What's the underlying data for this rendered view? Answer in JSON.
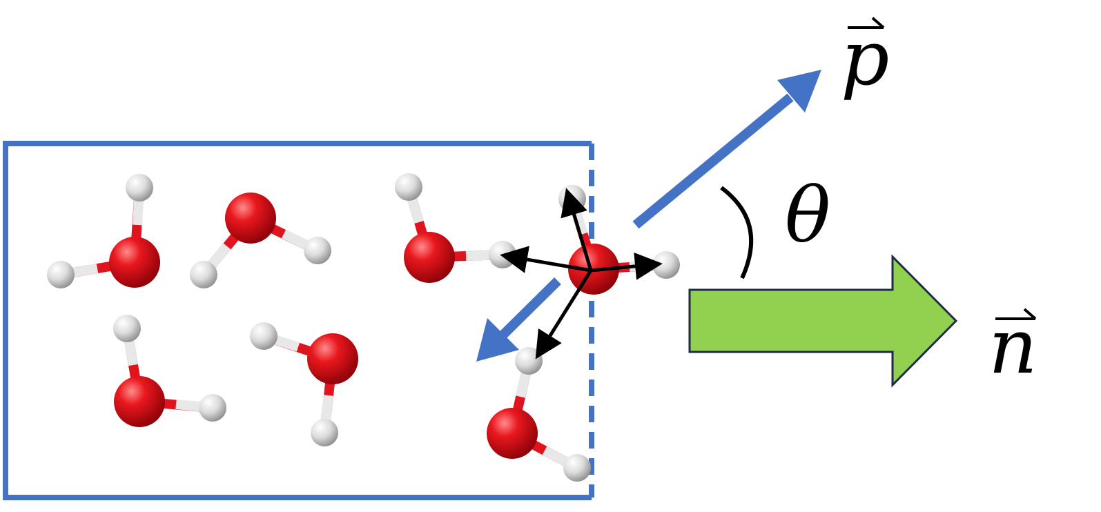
{
  "labels": {
    "momentum": "p",
    "normal": "n",
    "angle": "θ"
  },
  "colors": {
    "oxygen": "#e0141e",
    "hydrogen": "#e8e8e8",
    "box_border": "#4472c4",
    "vector_arrow": "#4472c4",
    "normal_arrow_fill": "#92d050",
    "normal_arrow_stroke": "#1f2a44",
    "force_arrow": "#000000"
  }
}
